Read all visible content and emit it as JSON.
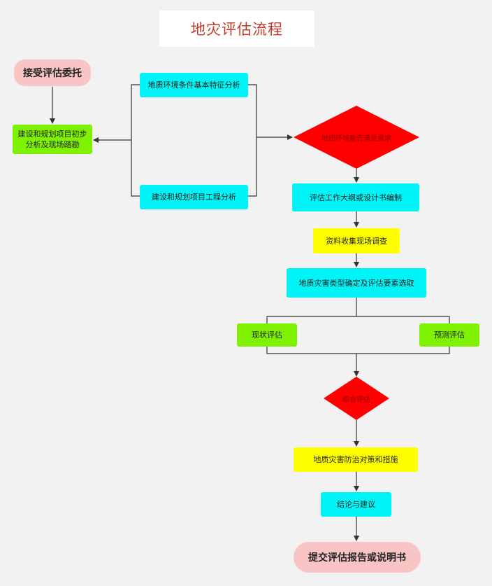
{
  "title": "地灾评估流程",
  "nodes": {
    "start": "接受评估委托",
    "preliminary": "建设和规划项目初步分析及现场踏勘",
    "geo_env": "地质环境条件基本特征分析",
    "project_analysis": "建设和规划项目工程分析",
    "diamond1": "地质环境能否满足需求",
    "outline": "评估工作大纲或设计书编制",
    "data_collect": "资料收集现场调查",
    "hazard_type": "地质灾害类型确定及评估要素选取",
    "current_eval": "现状评估",
    "predict_eval": "预测评估",
    "diamond2": "综合评估",
    "measures": "地质灾害防治对策和措施",
    "conclusion": "结论与建议",
    "end": "提交评估报告或说明书"
  },
  "colors": {
    "title_text": "#c0392b",
    "pill": "#f9c4c4",
    "cyan": "#00f3f6",
    "green": "#7ef200",
    "yellow": "#ffff00",
    "diamond": "#ff0000",
    "line": "#333333"
  }
}
